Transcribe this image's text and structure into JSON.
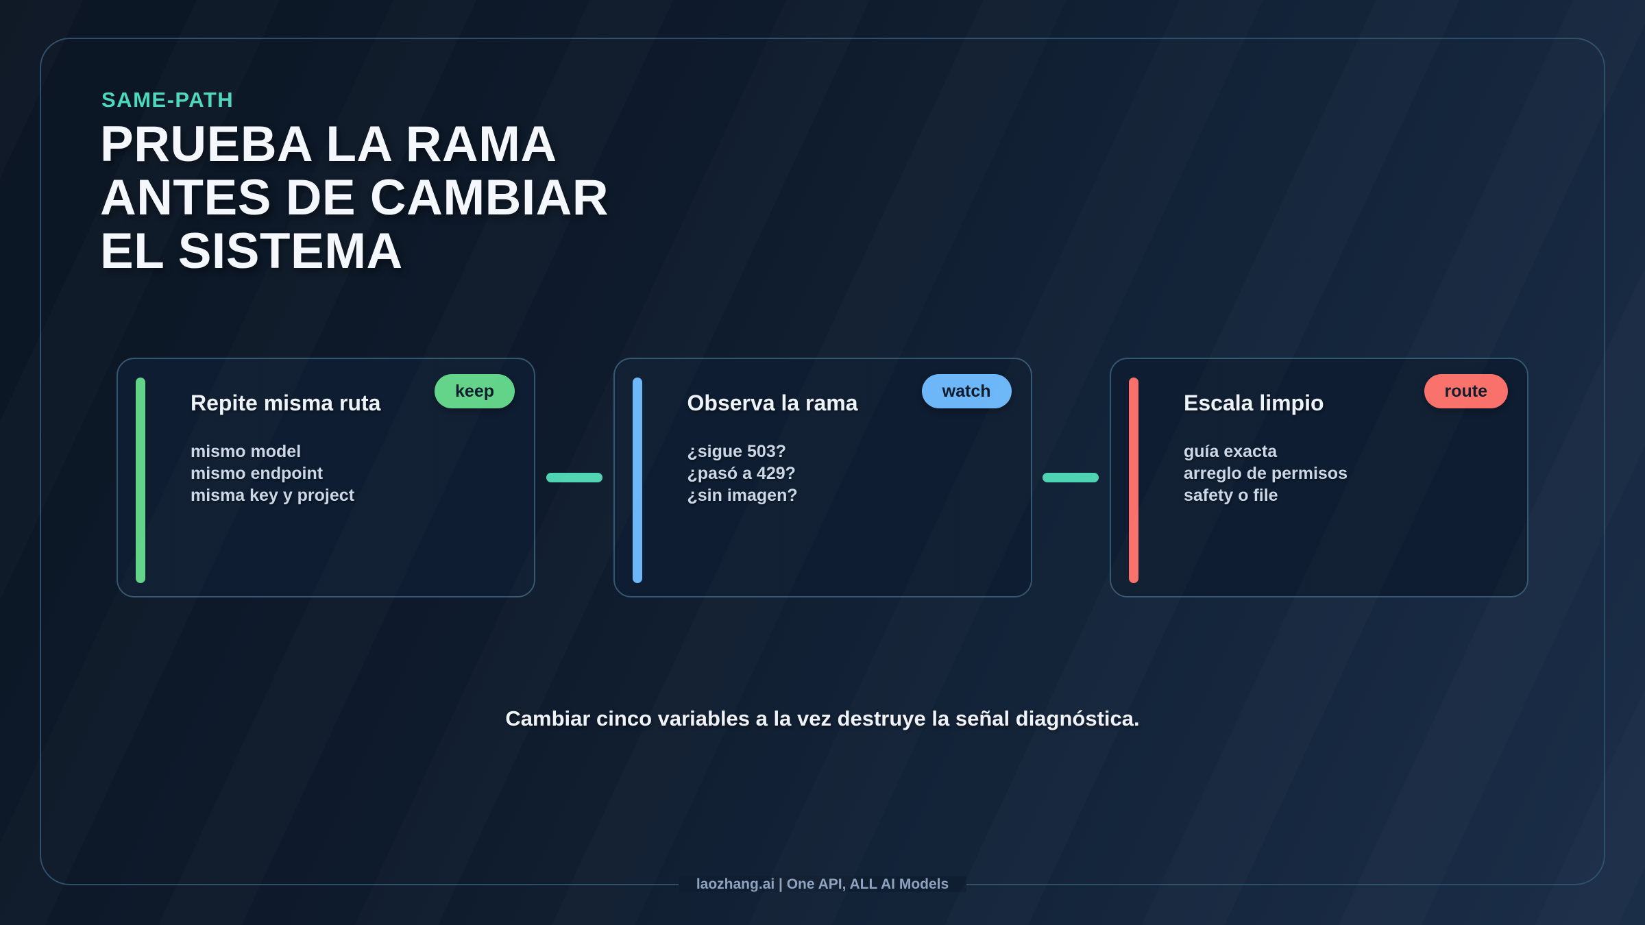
{
  "slide": {
    "eyebrow": "SAME-PATH",
    "title_line1": "PRUEBA LA RAMA",
    "title_line2": "ANTES DE CAMBIAR",
    "title_line3": "EL SISTEMA",
    "message": "Cambiar cinco variables a la vez destruye la señal diagnóstica.",
    "footer": "laozhang.ai | One API, ALL AI Models"
  },
  "cards": [
    {
      "title": "Repite misma ruta",
      "badge": "keep",
      "accent_color": "#62d389",
      "items": [
        "mismo model",
        "mismo endpoint",
        "misma key y project"
      ]
    },
    {
      "title": "Observa la rama",
      "badge": "watch",
      "accent_color": "#6db7f8",
      "items": [
        "¿sigue 503?",
        "¿pasó a 429?",
        "¿sin imagen?"
      ]
    },
    {
      "title": "Escala limpio",
      "badge": "route",
      "accent_color": "#f9716a",
      "items": [
        "guía exacta",
        "arreglo de permisos",
        "safety o file"
      ]
    }
  ],
  "colors": {
    "eyebrow": "#4bd8be",
    "connector": "#4ed4b2",
    "badge_text": "#0e1b2b"
  }
}
